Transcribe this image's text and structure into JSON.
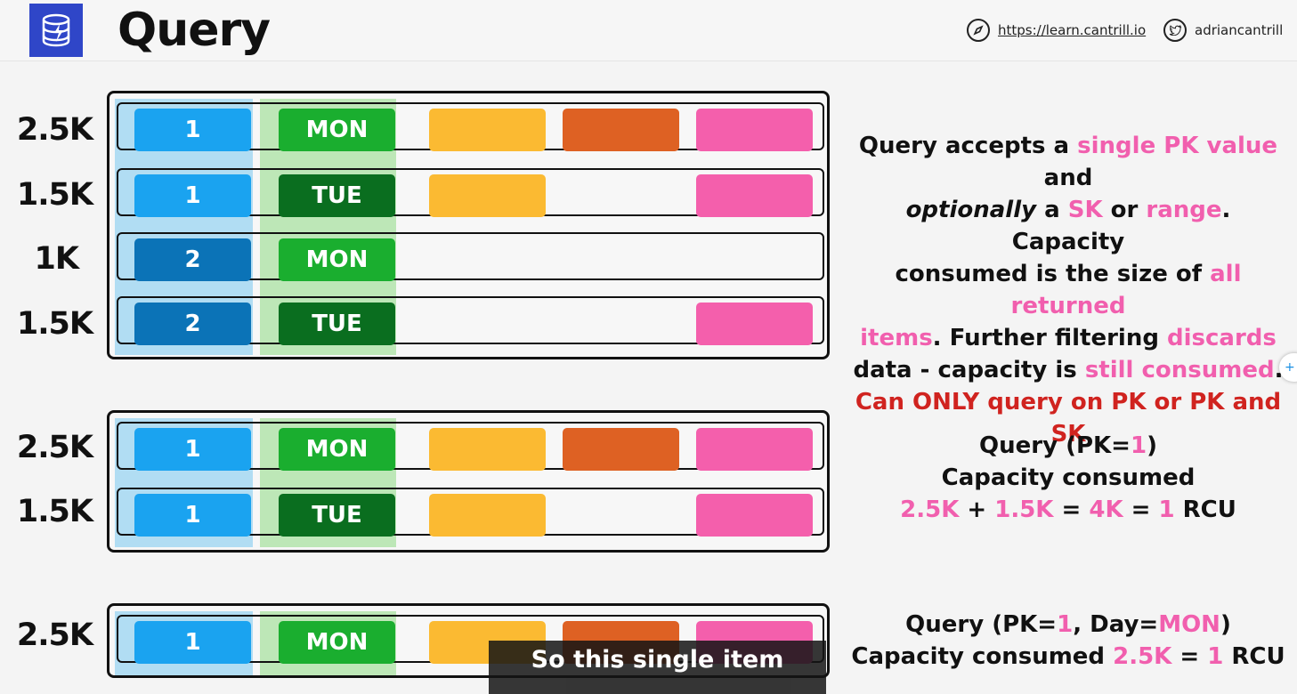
{
  "header": {
    "title": "Query",
    "site_url": "https://learn.cantrill.io",
    "twitter_handle": "adriancantrill",
    "logo_icon": "dynamodb-icon"
  },
  "colors": {
    "pk_light": "#1aa3f0",
    "pk_dark": "#0b73b7",
    "sk_light": "#1aae2f",
    "sk_dark": "#0a6e1f",
    "attr_yellow": "#fbba32",
    "attr_orange": "#de6123",
    "attr_pink": "#f45fac"
  },
  "table1": {
    "rows": [
      {
        "size": "2.5K",
        "pk": "1",
        "sk": "MON"
      },
      {
        "size": "1.5K",
        "pk": "1",
        "sk": "TUE"
      },
      {
        "size": "1K",
        "pk": "2",
        "sk": "MON"
      },
      {
        "size": "1.5K",
        "pk": "2",
        "sk": "TUE"
      }
    ]
  },
  "table2": {
    "rows": [
      {
        "size": "2.5K",
        "pk": "1",
        "sk": "MON"
      },
      {
        "size": "1.5K",
        "pk": "1",
        "sk": "TUE"
      }
    ]
  },
  "table3": {
    "rows": [
      {
        "size": "2.5K",
        "pk": "1",
        "sk": "MON"
      }
    ]
  },
  "description": {
    "l1a": "Query accepts a ",
    "l1b": "single PK value",
    "l1c": " and",
    "l2a": "optionally",
    "l2b": " a ",
    "l2c": "SK",
    "l2d": " or ",
    "l2e": "range",
    "l2f": ". Capacity",
    "l3a": "consumed is the size of ",
    "l3b": "all returned",
    "l4a": "items",
    "l4b": ". Further filtering ",
    "l4c": "discards",
    "l5a": "data - capacity is ",
    "l5b": "still consumed",
    "l5c": ".",
    "l6": "Can ONLY query on PK or PK and SK"
  },
  "query2": {
    "l1a": "Query (PK=",
    "l1b": "1",
    "l1c": ")",
    "l2": "Capacity consumed",
    "l3a": "2.5K",
    "l3b": " + ",
    "l3c": "1.5K",
    "l3d": " = ",
    "l3e": "4K",
    "l3f": " = ",
    "l3g": "1",
    "l3h": " RCU"
  },
  "query3": {
    "l1a": "Query (PK=",
    "l1b": "1",
    "l1c": ", Day=",
    "l1d": "MON",
    "l1e": ")",
    "l2a": "Capacity consumed ",
    "l2b": "2.5K",
    "l2c": " = ",
    "l2d": "1",
    "l2e": " RCU"
  },
  "caption": "So this single item",
  "side_button_icon": "droplet-icon"
}
